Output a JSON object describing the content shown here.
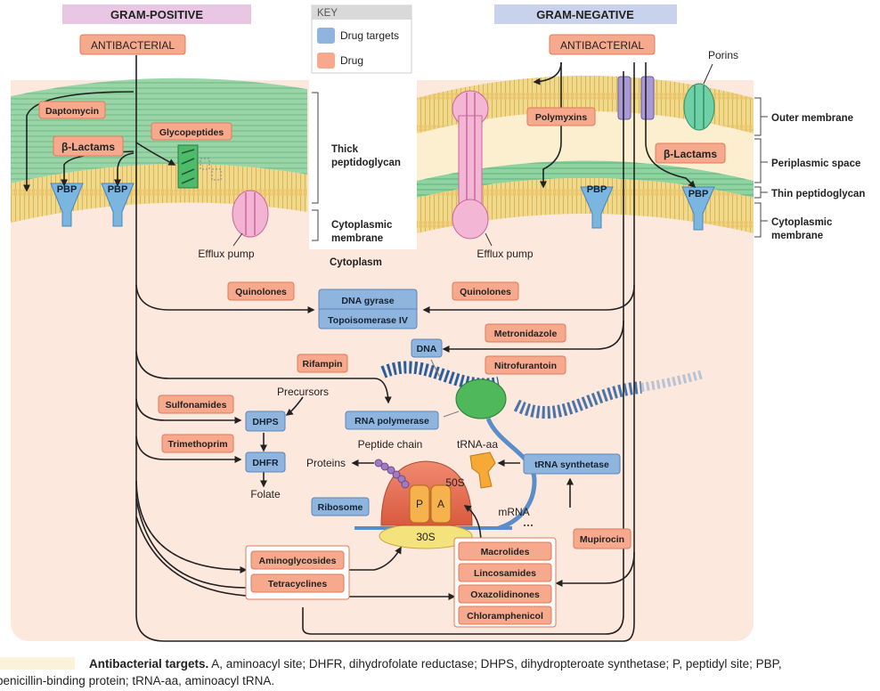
{
  "headers": {
    "gram_positive": "GRAM-POSITIVE",
    "gram_negative": "GRAM-NEGATIVE"
  },
  "key": {
    "title": "KEY",
    "drug_targets": "Drug targets",
    "drug": "Drug"
  },
  "colors": {
    "drug_box": "#f6a98d",
    "target_box": "#8fb5df",
    "gram_positive_header": "#e8c6e4",
    "gram_negative_header": "#c9d2ec",
    "membrane": "#f3dc9a",
    "peptidoglycan": "#8fd2a0",
    "cytoplasm": "#fde8de"
  },
  "labels": {
    "antibacterial_left": "ANTIBACTERIAL",
    "antibacterial_right": "ANTIBACTERIAL",
    "daptomycin": "Daptomycin",
    "beta_lactams_left": "β-Lactams",
    "glycopeptides": "Glycopeptides",
    "polymyxins": "Polymyxins",
    "beta_lactams_right": "β-Lactams",
    "pbp_1": "PBP",
    "pbp_2": "PBP",
    "pbp_3": "PBP",
    "pbp_4": "PBP",
    "porins": "Porins",
    "efflux_pump_left": "Efflux pump",
    "efflux_pump_right": "Efflux pump",
    "cytoplasm": "Cytoplasm",
    "thick_peptidoglycan_1": "Thick",
    "thick_peptidoglycan_2": "peptidoglycan",
    "cytoplasmic_membrane_left_1": "Cytoplasmic",
    "cytoplasmic_membrane_left_2": "membrane",
    "outer_membrane": "Outer membrane",
    "periplasmic_space": "Periplasmic space",
    "thin_peptidoglycan": "Thin peptidoglycan",
    "cytoplasmic_membrane_right_1": "Cytoplasmic",
    "cytoplasmic_membrane_right_2": "membrane",
    "quinolones_left": "Quinolones",
    "quinolones_right": "Quinolones",
    "dna_gyrase": "DNA gyrase",
    "topoisomerase_iv": "Topoisomerase IV",
    "metronidazole": "Metronidazole",
    "nitrofurantoin": "Nitrofurantoin",
    "dna": "DNA",
    "rifampin": "Rifampin",
    "rna_polymerase": "RNA polymerase",
    "sulfonamides": "Sulfonamides",
    "trimethoprim": "Trimethoprim",
    "precursors": "Precursors",
    "dhps": "DHPS",
    "dhfr": "DHFR",
    "folate": "Folate",
    "peptide_chain": "Peptide chain",
    "proteins": "Proteins",
    "trna_aa": "tRNA-aa",
    "trna_synthetase": "tRNA synthetase",
    "ribosome": "Ribosome",
    "site_p": "P",
    "site_a": "A",
    "subunit_50s": "50S",
    "subunit_30s": "30S",
    "mrna": "mRNA",
    "mupirocin": "Mupirocin",
    "aminoglycosides": "Aminoglycosides",
    "tetracyclines": "Tetracyclines",
    "macrolides": "Macrolides",
    "lincosamides": "Lincosamides",
    "oxazolidinones": "Oxazolidinones",
    "chloramphenicol": "Chloramphenicol"
  },
  "caption": {
    "title": "Antibacterial targets.",
    "line1_text": " A, aminoacyl site; DHFR, dihydrofolate reductase; DHPS, dihydropteroate synthetase; P, peptidyl site; PBP,",
    "line2_text": "penicillin-binding protein; tRNA-aa, aminoacyl tRNA."
  }
}
